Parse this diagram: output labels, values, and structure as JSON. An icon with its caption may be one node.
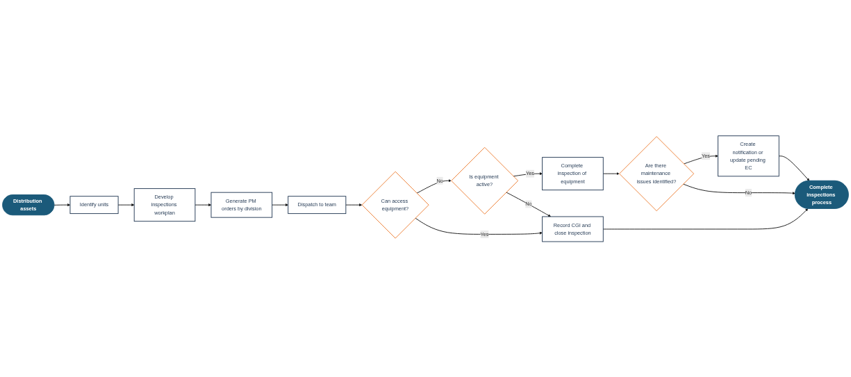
{
  "diagram": {
    "nodes": [
      {
        "text": [
          "Distribution assets"
        ]
      },
      {
        "text": [
          "Identify units"
        ]
      },
      {
        "text": [
          "Develop inspections workplan"
        ]
      },
      {
        "text": [
          "Generate PM orders by division"
        ]
      },
      {
        "text": [
          "Dispatch to team"
        ]
      },
      {
        "text": [
          "Can access equipment?"
        ]
      },
      {
        "text": [
          "Is equipment active?"
        ]
      },
      {
        "text": [
          "Complete inspection of equipment"
        ]
      },
      {
        "text": [
          "Are there maintenance issues identified?"
        ]
      },
      {
        "text": [
          "Create notification or update pending EC"
        ]
      },
      {
        "text": [
          "Complete inspections process"
        ]
      },
      {
        "text": [
          "Record CGI and close inspection"
        ]
      }
    ],
    "edges": [
      {
        "from": 0,
        "to": 1,
        "arrow": "to"
      },
      {
        "from": 1,
        "to": 2,
        "arrow": "to"
      },
      {
        "from": 2,
        "to": 3,
        "arrow": "to"
      },
      {
        "from": 3,
        "to": 4,
        "arrow": "to"
      },
      {
        "from": 4,
        "to": 5,
        "arrow": "to"
      },
      {
        "from": 5,
        "to": 6,
        "arrow": "to",
        "label": "No"
      },
      {
        "from": 6,
        "to": 7,
        "arrow": "to",
        "label": "Yes"
      },
      {
        "from": 7,
        "to": 8,
        "arrow": "to"
      },
      {
        "from": 8,
        "to": 9,
        "arrow": "to",
        "label": "Yes"
      },
      {
        "from": 8,
        "to": 10,
        "arrow": "to",
        "label": "No"
      },
      {
        "from": 6,
        "to": 11,
        "arrow": "to",
        "label": "No"
      },
      {
        "from": 5,
        "to": 11,
        "arrow": "to",
        "label": "Yes"
      },
      {
        "from": 11,
        "to": 10,
        "arrow": "to"
      },
      {
        "from": 9,
        "to": 10,
        "arrow": "to"
      }
    ]
  }
}
